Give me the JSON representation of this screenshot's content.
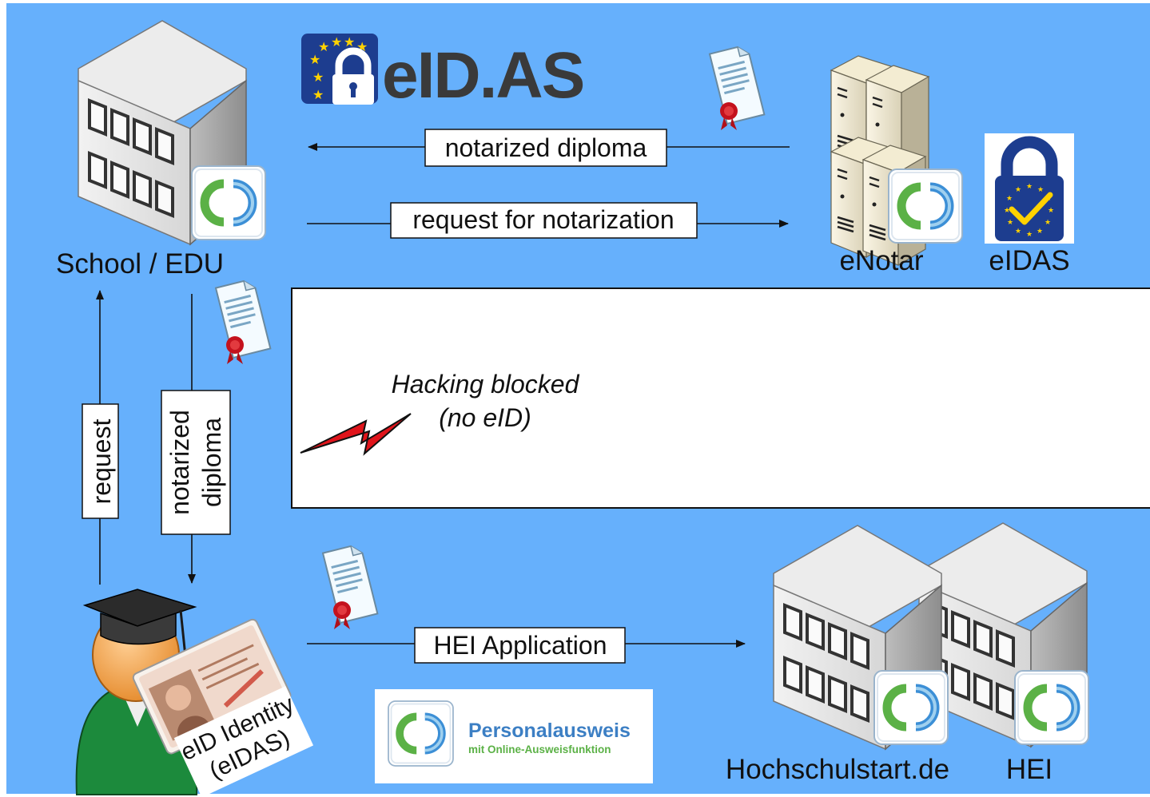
{
  "logo": {
    "text": "eID.AS"
  },
  "nodes": {
    "school": "School / EDU",
    "enotar": "eNotar",
    "eidas": "eIDAS",
    "hochschulstart": "Hochschulstart.de",
    "hei": "HEI"
  },
  "flows": {
    "notarized_diploma_top": "notarized diploma",
    "request_notarization": "request for notarization",
    "request": "request",
    "notarized_diploma_vertical": [
      "notarized",
      "diploma"
    ],
    "hei_application": "HEI Application"
  },
  "hacking": {
    "line1": "Hacking blocked",
    "line2": "(no eID)"
  },
  "student_card": {
    "line1": "eID Identity",
    "line2": "(eIDAS)"
  },
  "personalausweis": {
    "title": "Personalausweis",
    "subtitle": "mit Online-Ausweisfunktion"
  },
  "colors": {
    "background": "#66b0fc",
    "panel": "#ffffff",
    "eu_blue": "#1d3d8f",
    "eu_gold": "#ffd200",
    "eid_green": "#5bb146",
    "eid_blue": "#3c8fd6",
    "bolt_red": "#e0141b"
  }
}
